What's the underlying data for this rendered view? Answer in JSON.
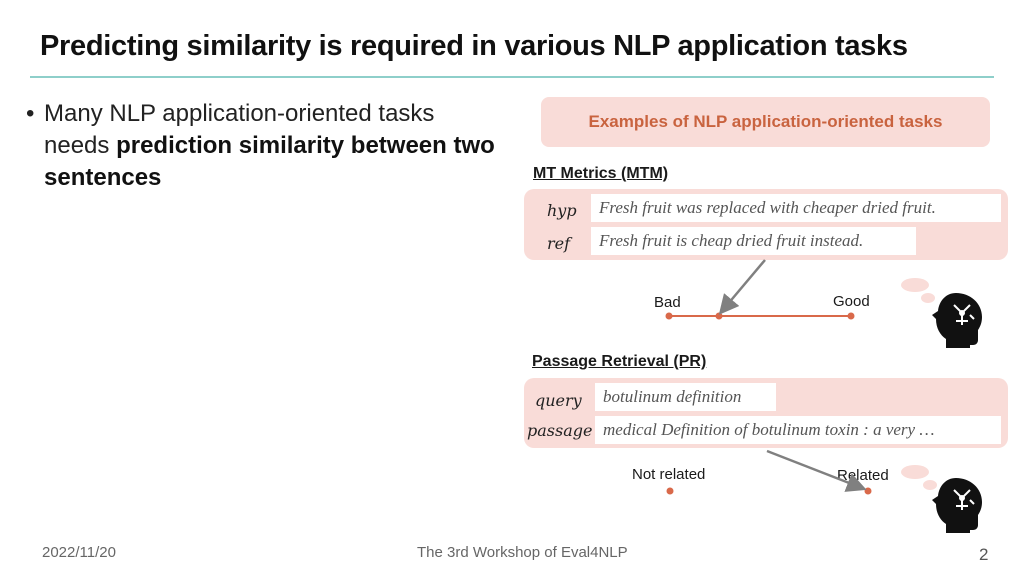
{
  "slide": {
    "title": "Predicting similarity is required in various NLP application tasks",
    "bullet_marker": "•",
    "bullet_plain": "Many NLP application-oriented tasks needs ",
    "bullet_bold": "prediction similarity between two sentences"
  },
  "examples_header": "Examples of NLP application-oriented tasks",
  "mt_metrics": {
    "heading": "MT Metrics (MTM)",
    "hyp_label": "hyp",
    "hyp_text": "Fresh fruit was replaced with cheaper dried fruit.",
    "ref_label": "ref",
    "ref_text": "Fresh fruit is cheap dried fruit instead.",
    "scale_low": "Bad",
    "scale_high": "Good"
  },
  "passage_retrieval": {
    "heading": "Passage Retrieval (PR)",
    "query_label": "query",
    "query_text": "botulinum definition",
    "passage_label": "passage",
    "passage_text": "medical Definition of botulinum toxin : a very …",
    "scale_low": "Not related",
    "scale_high": "Related"
  },
  "footer": {
    "date": "2022/11/20",
    "center": "The 3rd Workshop of Eval4NLP",
    "page": "2"
  },
  "colors": {
    "accent_rule": "#8ecfca",
    "panel_fill": "#f9dcd8",
    "header_text": "#c9633f",
    "marker": "#d9694a",
    "arrow": "#808080",
    "icon": "#111111"
  },
  "icons": [
    "head-with-brain-icon",
    "thought-bubble-icon"
  ]
}
